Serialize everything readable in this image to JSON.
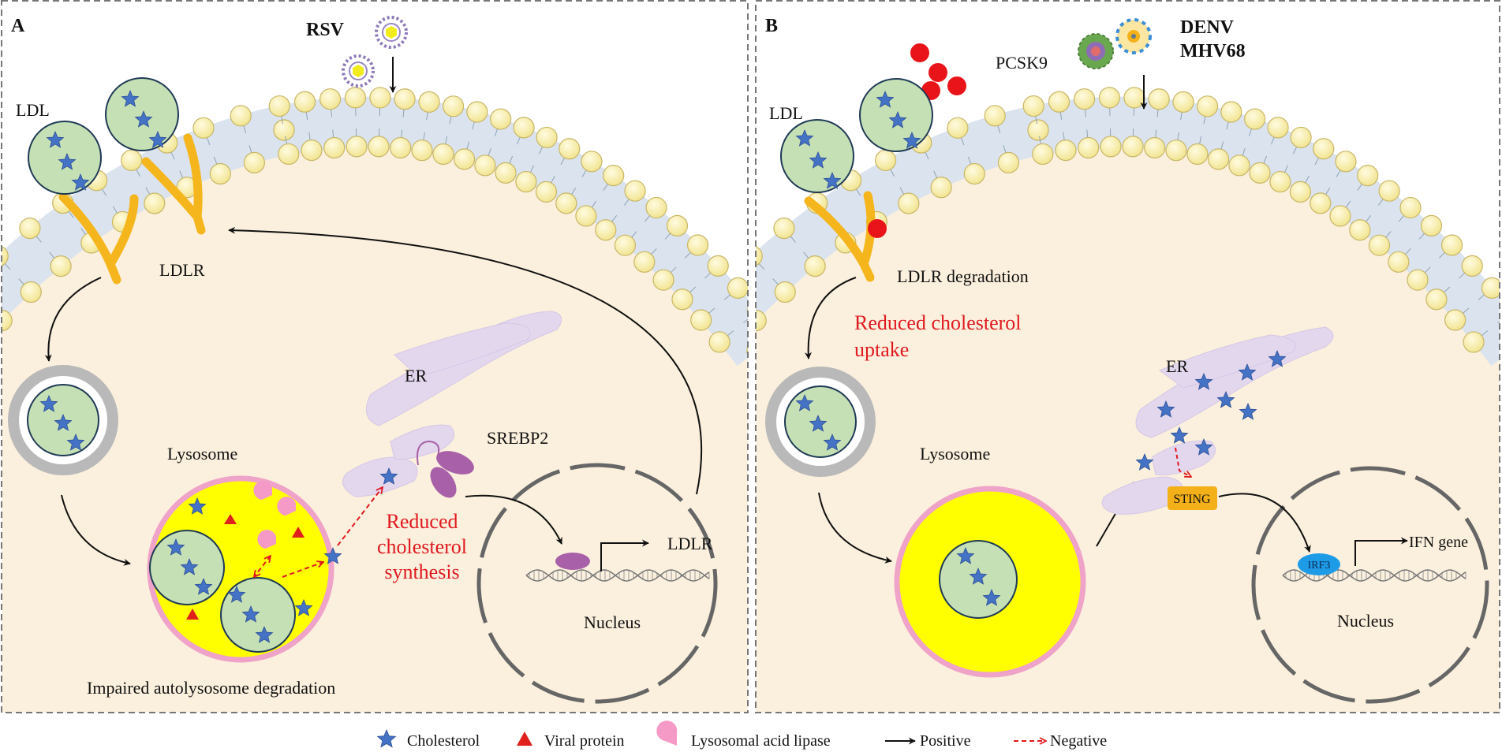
{
  "panels": {
    "a": {
      "letter": "A",
      "virus": "RSV",
      "ldl": "LDL",
      "ldlr": "LDLR",
      "lysosome": "Lysosome",
      "er": "ER",
      "srebp2": "SREBP2",
      "reduced_synthesis": [
        "Reduced",
        "cholesterol",
        "synthesis"
      ],
      "ldlr_gene": "LDLR",
      "nucleus": "Nucleus",
      "impaired": "Impaired autolysosome degradation"
    },
    "b": {
      "letter": "B",
      "pcsk9": "PCSK9",
      "virus_line1": "DENV",
      "virus_line2": "MHV68",
      "ldl": "LDL",
      "ldlr_degradation": "LDLR degradation",
      "reduced_uptake": [
        "Reduced cholesterol",
        "uptake"
      ],
      "er": "ER",
      "lysosome": "Lysosome",
      "sting": "STING",
      "irf3": "IRF3",
      "ifn": "IFN gene",
      "nucleus": "Nucleus"
    }
  },
  "legend": {
    "cholesterol": "Cholesterol",
    "viral_protein": "Viral protein",
    "lipase": "Lysosomal acid lipase",
    "positive": "Positive",
    "negative": "Negative"
  },
  "colors": {
    "cytoplasm": "#fbf0dd",
    "membrane_core": "#dbe4ee",
    "lipid_head": "#f7ec9f",
    "lipid_head_stroke": "#c8b667",
    "ldl_fill": "#c6e0b6",
    "cholesterol": "#4472c4",
    "receptor": "#f5b51c",
    "lysosome_fill": "#ffff00",
    "lysosome_ring": "#f0a3c8",
    "er": "#e3d7ee",
    "srebp": "#a860a8",
    "pcsk9": "#e8141a",
    "sting_fill": "#f4b019",
    "irf3_fill": "#1e9be6",
    "negative": "#e1191f",
    "positive": "#111111",
    "viral_protein": "#e0201c",
    "lipase": "#f59ac6"
  }
}
